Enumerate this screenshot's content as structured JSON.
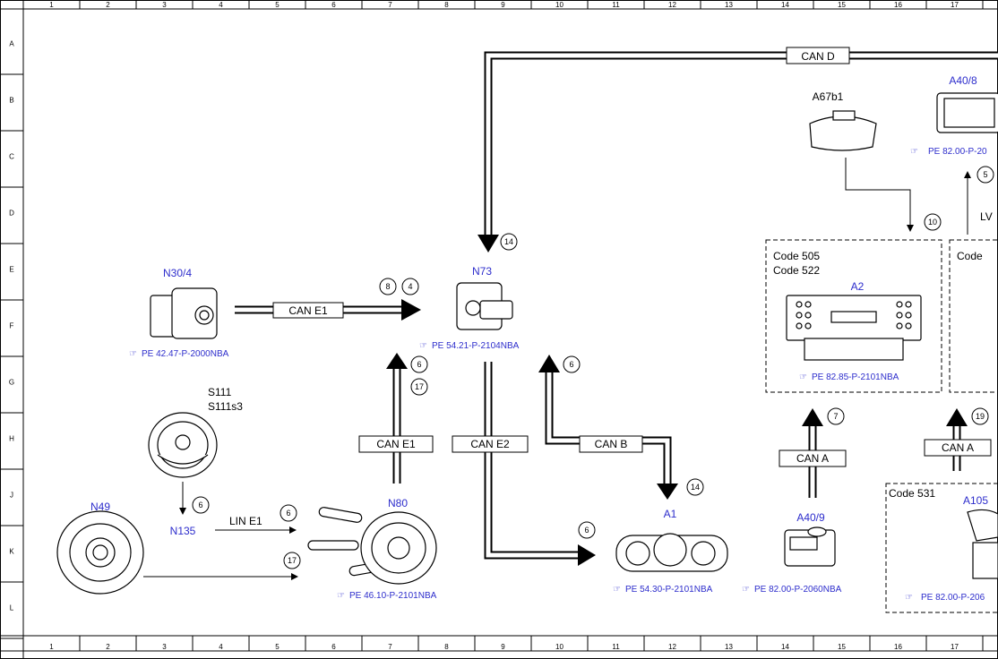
{
  "grid": {
    "columns": [
      "1",
      "2",
      "3",
      "4",
      "5",
      "6",
      "7",
      "8",
      "9",
      "10",
      "11",
      "12",
      "13",
      "14",
      "15",
      "16",
      "17"
    ],
    "rows": [
      "A",
      "B",
      "C",
      "D",
      "E",
      "F",
      "G",
      "H",
      "J",
      "K",
      "L"
    ]
  },
  "components": {
    "n30_4": "N30/4",
    "n73": "N73",
    "n49": "N49",
    "n135": "N135",
    "n80": "N80",
    "a1": "A1",
    "a2": "A2",
    "a40_9": "A40/9",
    "a40_8": "A40/8",
    "a105": "A105",
    "a67b1": "A67b1",
    "s111": "S111",
    "s111s3": "S111s3"
  },
  "refs": {
    "n30_4": "PE 42.47-P-2000NBA",
    "n73": "PE 54.21-P-2104NBA",
    "n80": "PE 46.10-P-2101NBA",
    "a1": "PE 54.30-P-2101NBA",
    "a40_9": "PE 82.00-P-2060NBA",
    "a2": "PE 82.85-P-2101NBA",
    "a40_8": "PE 82.00-P-20",
    "a105": "PE 82.00-P-206"
  },
  "buses": {
    "can_d": "CAN D",
    "can_e1_top": "CAN E1",
    "can_e1_mid": "CAN E1",
    "can_e2": "CAN E2",
    "can_b": "CAN B",
    "can_a_1": "CAN A",
    "can_a_2": "CAN A",
    "lin_e1": "LIN E1",
    "lv_partial": "LV"
  },
  "codes": {
    "code_505": "Code 505",
    "code_522": "Code 522",
    "code_531": "Code 531",
    "code_partial": "Code"
  },
  "circle_numbers": {
    "c14_top": "14",
    "c8": "8",
    "c4": "4",
    "c6_n80": "6",
    "c17_n80": "17",
    "c6_b": "6",
    "c14_a1": "14",
    "c6_a1": "6",
    "c6_n135": "6",
    "c6_lin": "6",
    "c17_n49": "17",
    "c7": "7",
    "c19": "19",
    "c10": "10",
    "c5": "5"
  }
}
